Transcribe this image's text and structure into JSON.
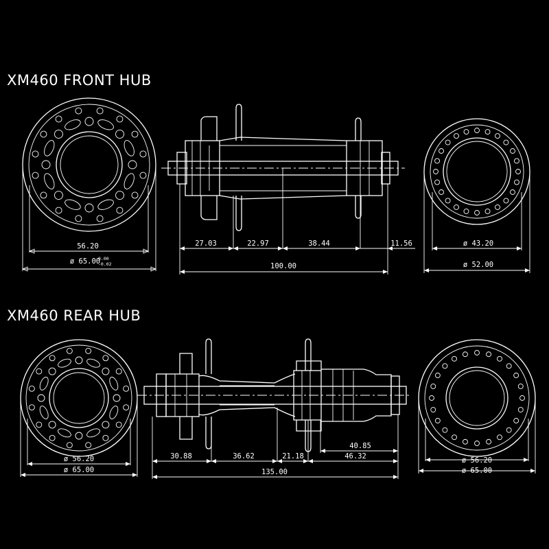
{
  "front": {
    "title": "XM460 FRONT HUB",
    "dims": {
      "flange_bolt_circle": "56.20",
      "flange_diameter": "ø 65.00",
      "flange_tol_upper": "0.00",
      "flange_tol_lower": "-0.02",
      "seg_1": "27.03",
      "seg_2": "22.97",
      "seg_3": "38.44",
      "seg_4": "11.56",
      "overall_width": "100.00",
      "end_inner": "ø 43.20",
      "end_outer": "ø 52.00"
    }
  },
  "rear": {
    "title": "XM460 REAR HUB",
    "dims": {
      "flange_bolt_circle": "ø 56.20",
      "flange_diameter": "ø 65.00",
      "seg_1": "30.88",
      "seg_2": "36.62",
      "seg_3": "21.18",
      "seg_upper": "40.85",
      "seg_lower": "46.32",
      "overall_width": "135.00",
      "end_bolt_circle": "ø 56.20",
      "end_diameter": "ø 65.00"
    }
  }
}
